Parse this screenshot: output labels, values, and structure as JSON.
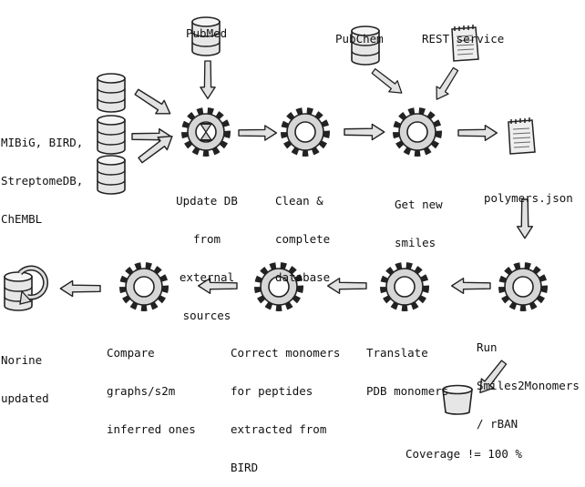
{
  "labels": {
    "pubmed": "PubMed",
    "pubchem": "PubChem",
    "rest_service": "REST service",
    "sources": [
      "MIBiG, BIRD,",
      "StreptomeDB,",
      "ChEMBL"
    ],
    "update_db": [
      "Update DB",
      "from",
      "external",
      "sources"
    ],
    "clean": [
      "Clean &",
      "complete",
      "database"
    ],
    "get_new": [
      "Get new",
      "smiles"
    ],
    "polymers": "polymers.json",
    "run": [
      "Run",
      "Smiles2Monomers",
      "/ rBAN"
    ],
    "translate": [
      "Translate",
      "PDB monomers"
    ],
    "correct": [
      "Correct monomers",
      "for peptides",
      "extracted from",
      "BIRD"
    ],
    "compare": [
      "Compare",
      "graphs/s2m",
      "inferred ones"
    ],
    "norine": [
      "Norine",
      "updated"
    ],
    "coverage": "Coverage != 100 %"
  },
  "icons": [
    "database-icon",
    "gear-icon",
    "hourglass-icon",
    "document-icon",
    "arrow-icon",
    "bucket-icon",
    "database-refresh-icon"
  ],
  "colors": {
    "ink": "#222222",
    "fill": "#e6e6e6",
    "shade": "#c4c4c4"
  }
}
